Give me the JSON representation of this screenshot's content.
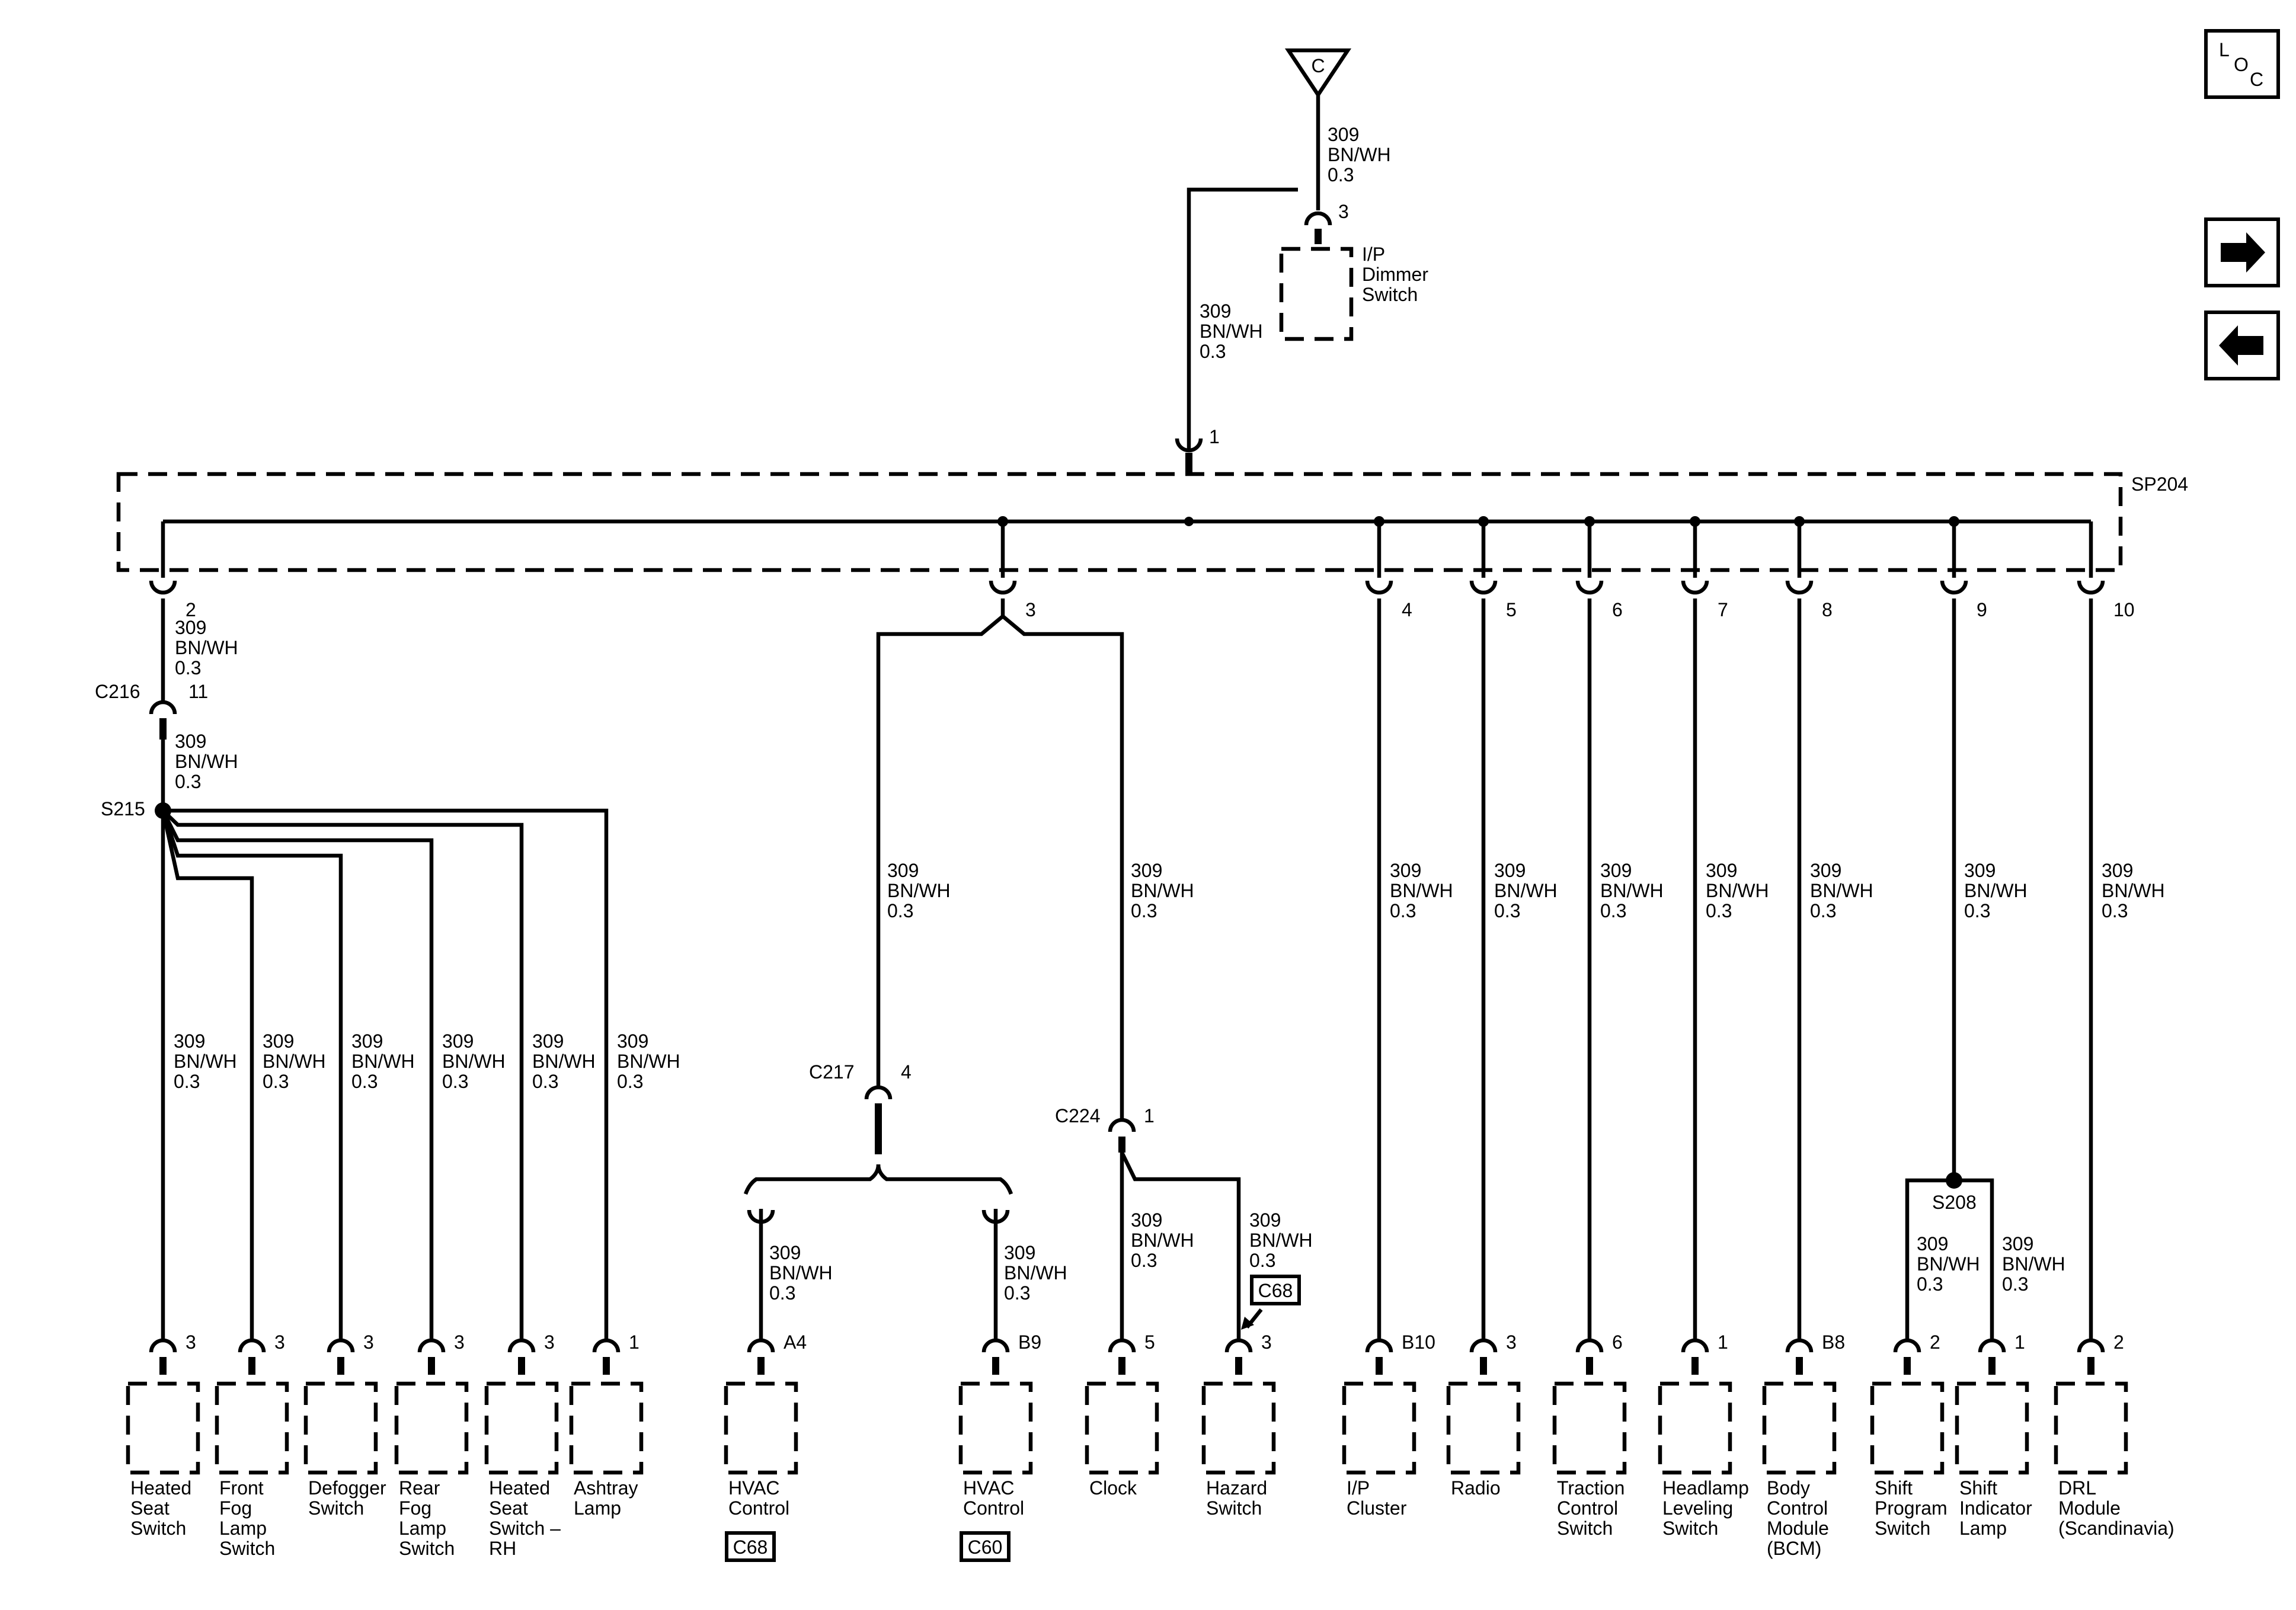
{
  "wire": {
    "l1": "309",
    "l2": "BN/WH",
    "l3": "0.3"
  },
  "source": {
    "label": "C"
  },
  "dimmer": {
    "pin": "3",
    "name": [
      "I/P",
      "Dimmer",
      "Switch"
    ]
  },
  "splice_pack": {
    "name": "SP204",
    "input_pin": "1"
  },
  "sp_outputs": [
    "2",
    "3",
    "4",
    "5",
    "6",
    "7",
    "8",
    "9",
    "10"
  ],
  "connectors": {
    "c216": "C216",
    "c216_pin": "11",
    "c217": "C217",
    "c217_pin": "4",
    "c224": "C224",
    "c224_pin": "1"
  },
  "splices": {
    "s215": "S215",
    "s208": "S208"
  },
  "components": [
    {
      "pin": "3",
      "name": [
        "Heated",
        "Seat",
        "Switch"
      ]
    },
    {
      "pin": "3",
      "name": [
        "Front",
        "Fog",
        "Lamp",
        "Switch"
      ]
    },
    {
      "pin": "3",
      "name": [
        "Defogger",
        "Switch"
      ]
    },
    {
      "pin": "3",
      "name": [
        "Rear",
        "Fog",
        "Lamp",
        "Switch"
      ]
    },
    {
      "pin": "3",
      "name": [
        "Heated",
        "Seat",
        "Switch –",
        "RH"
      ]
    },
    {
      "pin": "1",
      "name": [
        "Ashtray",
        "Lamp"
      ]
    },
    {
      "pin": "A4",
      "name": [
        "HVAC",
        "Control"
      ],
      "ref": "C68"
    },
    {
      "pin": "B9",
      "name": [
        "HVAC",
        "Control"
      ],
      "ref": "C60"
    },
    {
      "pin": "5",
      "name": [
        "Clock"
      ]
    },
    {
      "pin": "3",
      "name": [
        "Hazard",
        "Switch"
      ],
      "ref": "C68"
    },
    {
      "pin": "B10",
      "name": [
        "I/P",
        "Cluster"
      ]
    },
    {
      "pin": "3",
      "name": [
        "Radio"
      ]
    },
    {
      "pin": "6",
      "name": [
        "Traction",
        "Control",
        "Switch"
      ]
    },
    {
      "pin": "1",
      "name": [
        "Headlamp",
        "Leveling",
        "Switch"
      ]
    },
    {
      "pin": "B8",
      "name": [
        "Body",
        "Control",
        "Module",
        "(BCM)"
      ]
    },
    {
      "pin": "2",
      "name": [
        "Shift",
        "Program",
        "Switch"
      ]
    },
    {
      "pin": "1",
      "name": [
        "Shift",
        "Indicator",
        "Lamp"
      ]
    },
    {
      "pin": "2",
      "name": [
        "DRL",
        "Module",
        "(Scandinavia)"
      ]
    }
  ],
  "nav": {
    "loc_l": "L",
    "loc_o": "O",
    "loc_c": "C",
    "next": "next-arrow-icon",
    "prev": "prev-arrow-icon"
  }
}
